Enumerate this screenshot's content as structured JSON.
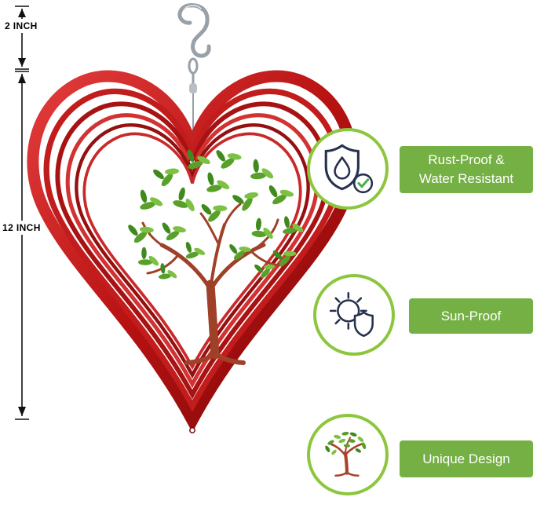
{
  "dimensions": {
    "hook": {
      "label": "2 INCH"
    },
    "spinner": {
      "label": "12 INCH"
    }
  },
  "features": [
    {
      "icon": "shield-water-check-icon",
      "line1": "Rust-Proof &",
      "line2": "Water Resistant"
    },
    {
      "icon": "sun-shield-icon",
      "line1": "Sun-Proof"
    },
    {
      "icon": "tree-icon",
      "line1": "Unique Design"
    }
  ],
  "colors": {
    "banner-green": "#74b043",
    "circle-border-green": "#8cc63e",
    "heart-red": "#c21c1c",
    "heart-red-dark": "#8f0b0b",
    "leaf-green": "#59a02a",
    "trunk-brown": "#9e4128",
    "icon-navy": "#25314e",
    "hook-gray": "#98a0a8",
    "dimension-black": "#111111"
  }
}
